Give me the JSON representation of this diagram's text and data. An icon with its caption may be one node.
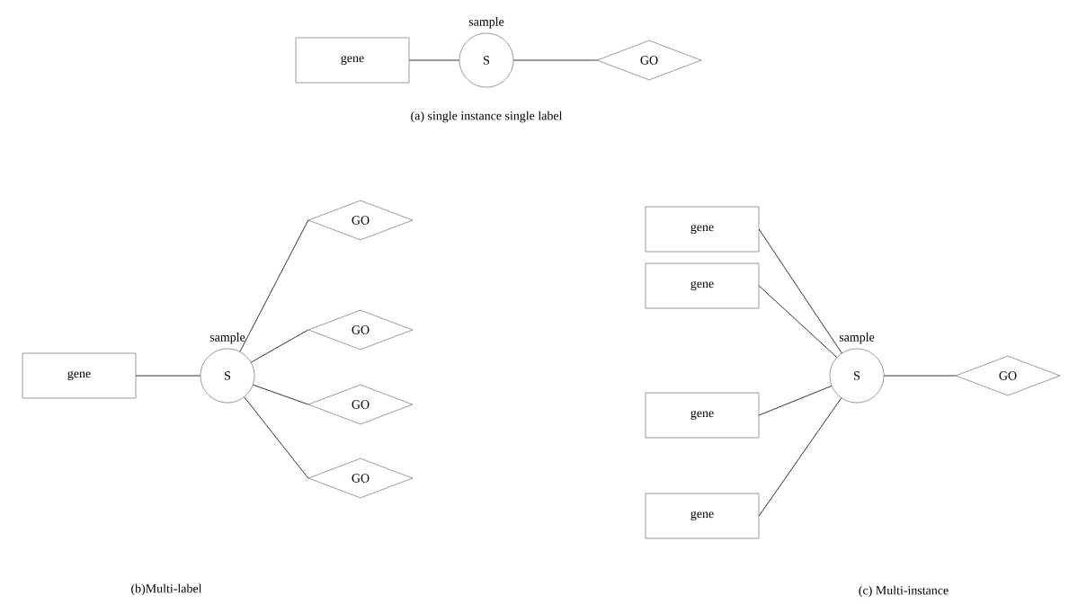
{
  "diagram": {
    "nodes": [
      {
        "text": [
          "gene"
        ]
      },
      {
        "text": [
          "S"
        ],
        "beside": [
          "sample"
        ]
      },
      {
        "text": [
          "GO"
        ]
      },
      {
        "text": [
          "gene"
        ]
      },
      {
        "text": [
          "S"
        ],
        "beside": [
          "sample"
        ]
      },
      {
        "text": [
          "GO"
        ]
      },
      {
        "text": [
          "GO"
        ]
      },
      {
        "text": [
          "GO"
        ]
      },
      {
        "text": [
          "GO"
        ]
      },
      {
        "text": [
          "gene"
        ]
      },
      {
        "text": [
          "gene"
        ]
      },
      {
        "text": [
          "gene"
        ]
      },
      {
        "text": [
          "gene"
        ]
      },
      {
        "text": [
          "S"
        ],
        "beside": [
          "sample"
        ]
      },
      {
        "text": [
          "GO"
        ]
      }
    ],
    "edges": [
      {
        "from": 0,
        "to": 1,
        "arrow": "none"
      },
      {
        "from": 1,
        "to": 2,
        "arrow": "none"
      },
      {
        "from": 3,
        "to": 4,
        "arrow": "none"
      },
      {
        "from": 4,
        "to": 5,
        "arrow": "none"
      },
      {
        "from": 4,
        "to": 6,
        "arrow": "none"
      },
      {
        "from": 4,
        "to": 7,
        "arrow": "none"
      },
      {
        "from": 4,
        "to": 8,
        "arrow": "none"
      },
      {
        "from": 9,
        "to": 13,
        "arrow": "none"
      },
      {
        "from": 10,
        "to": 13,
        "arrow": "none"
      },
      {
        "from": 11,
        "to": 13,
        "arrow": "none"
      },
      {
        "from": 12,
        "to": 13,
        "arrow": "none"
      },
      {
        "from": 13,
        "to": 14,
        "arrow": "none"
      }
    ],
    "labels": [
      "(a) single instance single label",
      "(b)Multi-label",
      "(c) Multi-instance"
    ]
  }
}
